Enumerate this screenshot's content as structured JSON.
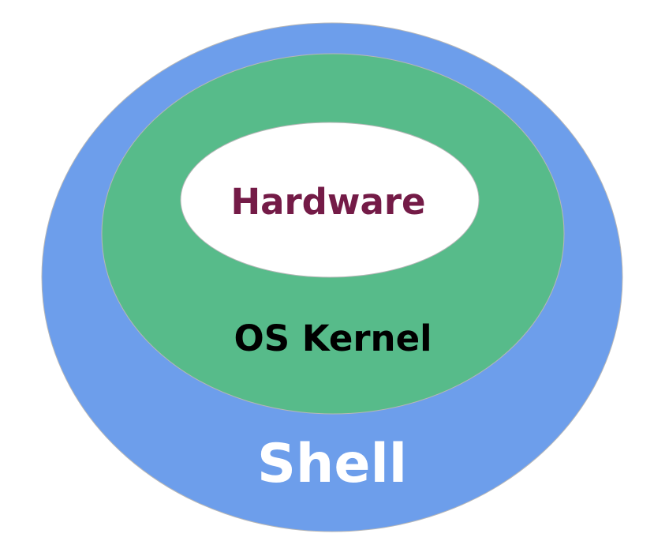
{
  "diagram": {
    "layers": [
      {
        "id": "shell",
        "label": "Shell",
        "fill": "#6d9eeb",
        "text_color": "#ffffff"
      },
      {
        "id": "kernel",
        "label": "OS Kernel",
        "fill": "#57bb8a",
        "text_color": "#000000"
      },
      {
        "id": "hardware",
        "label": "Hardware",
        "fill": "#ffffff",
        "text_color": "#741b47"
      }
    ],
    "stroke_color": "#b7b7b7"
  }
}
